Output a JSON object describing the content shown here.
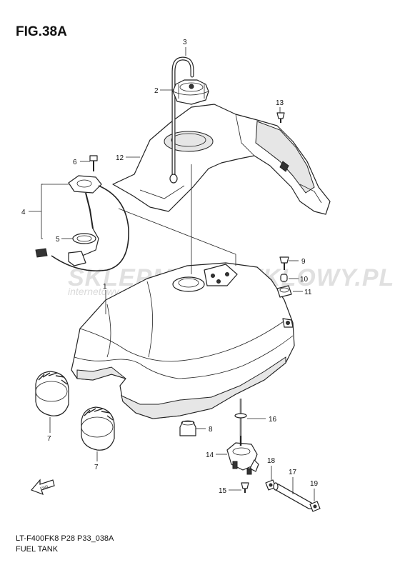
{
  "figure": {
    "title": "FIG.38A",
    "code": "LT-F400FK8 P28 P33_038A",
    "name": "FUEL TANK"
  },
  "watermark": {
    "brand": "SKLEPMOTOCYKLOWY.PL",
    "tagline": "internetowy sklep motocyklowy"
  },
  "direction_label": "FWD",
  "callouts": {
    "c1": "1",
    "c2": "2",
    "c3": "3",
    "c4": "4",
    "c5": "5",
    "c6": "6",
    "c7a": "7",
    "c7b": "7",
    "c8": "8",
    "c9": "9",
    "c10": "10",
    "c11": "11",
    "c12": "12",
    "c13": "13",
    "c14": "14",
    "c15": "15",
    "c16": "16",
    "c17": "17",
    "c18": "18",
    "c19": "19"
  }
}
